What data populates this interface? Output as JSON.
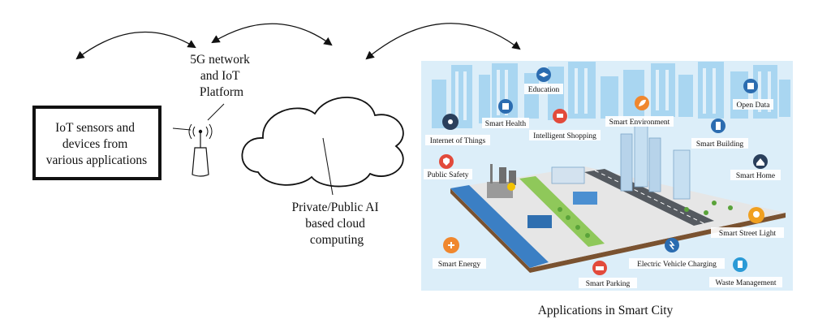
{
  "iot_box": {
    "lines": [
      "IoT sensors and",
      "devices from",
      "various applications"
    ]
  },
  "network": {
    "lines": [
      "5G network",
      "and IoT",
      "Platform"
    ]
  },
  "cloud": {
    "lines": [
      "Private/Public AI",
      "based cloud",
      "computing"
    ]
  },
  "smart_city": {
    "caption": "Applications in Smart City",
    "applications": {
      "education": "Education",
      "smart_health": "Smart Health",
      "intelligent_shopping": "Intelligent Shopping",
      "smart_environment": "Smart Environment",
      "open_data": "Open Data",
      "internet_of_things": "Internet of Things",
      "smart_building": "Smart Building",
      "public_safety": "Public Safety",
      "smart_home": "Smart Home",
      "smart_street_light": "Smart Street Light",
      "smart_energy": "Smart Energy",
      "ev_charging": "Electric Vehicle Charging",
      "smart_parking": "Smart Parking",
      "waste_management": "Waste Management"
    },
    "colors": {
      "sky": "#dceef9",
      "buildings": "#a9d6f1",
      "ground": "#e6e6e6",
      "river": "#3b7fc4",
      "grass": "#8fc85a"
    }
  }
}
